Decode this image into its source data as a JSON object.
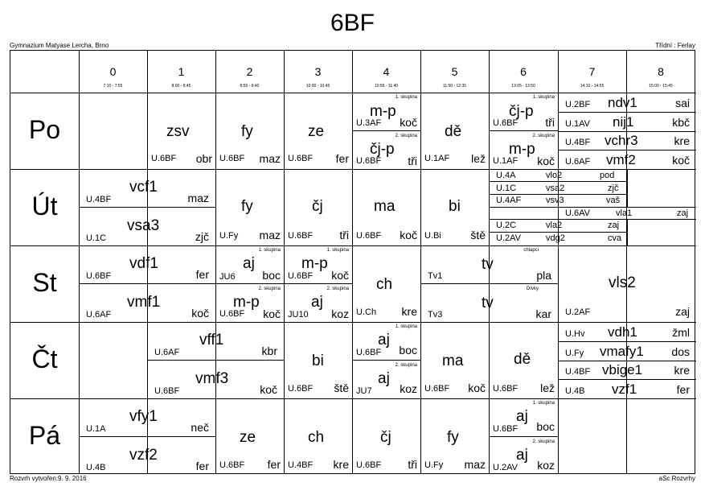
{
  "title": "6BF",
  "school": "Gymnazium Matyase Lercha, Brno",
  "teacher": "Třídní : Ferlay",
  "footer_left": "Rozvrh vytvořen:9. 9. 2016",
  "footer_right": "aSc Rozvrhy",
  "periods": [
    {
      "num": "0",
      "time": "7:10 - 7:55"
    },
    {
      "num": "1",
      "time": "8:00 - 8:45"
    },
    {
      "num": "2",
      "time": "8:55 - 9:40"
    },
    {
      "num": "3",
      "time": "10:00 - 10:45"
    },
    {
      "num": "4",
      "time": "10:55 - 11:40"
    },
    {
      "num": "5",
      "time": "11:50 - 12:35"
    },
    {
      "num": "6",
      "time": "13:05 - 13:50"
    },
    {
      "num": "7",
      "time": "14:10 - 14:55"
    },
    {
      "num": "8",
      "time": "15:00 - 15:45"
    }
  ],
  "days": [
    "Po",
    "Út",
    "St",
    "Čt",
    "Pá"
  ],
  "po": {
    "p1": {
      "subject": "zsv",
      "room": "U.6BF",
      "teacher": "obr"
    },
    "p2": {
      "subject": "fy",
      "room": "U.6BF",
      "teacher": "maz"
    },
    "p3": {
      "subject": "ze",
      "room": "U.6BF",
      "teacher": "fer"
    },
    "p4a": {
      "group": "1. skupina",
      "subject": "m-p",
      "room": "U.3AF",
      "teacher": "koč"
    },
    "p4b": {
      "group": "2. skupina",
      "subject": "čj-p",
      "room": "U.6BF",
      "teacher": "tři"
    },
    "p5": {
      "subject": "dě",
      "room": "U.1AF",
      "teacher": "lež"
    },
    "p6a": {
      "group": "1. skupina",
      "subject": "čj-p",
      "room": "U.6BF",
      "teacher": "tři"
    },
    "p6b": {
      "group": "2. skupina",
      "subject": "m-p",
      "room": "U.1AF",
      "teacher": "koč"
    },
    "p7": [
      {
        "room": "U.2BF",
        "subject": "ndv1",
        "teacher": "sai"
      },
      {
        "room": "U.1AV",
        "subject": "nij1",
        "teacher": "kbč"
      },
      {
        "room": "U.4BF",
        "subject": "vchr3",
        "teacher": "kre"
      },
      {
        "room": "U.6AF",
        "subject": "vmf2",
        "teacher": "koč"
      }
    ]
  },
  "ut": {
    "p01a": {
      "subject": "vcf1",
      "room": "U.4BF",
      "teacher": "maz"
    },
    "p01b": {
      "subject": "vsa3",
      "room": "U.1C",
      "teacher": "zjč"
    },
    "p2": {
      "subject": "fy",
      "room": "U.Fy",
      "teacher": "maz"
    },
    "p3": {
      "subject": "čj",
      "room": "U.6BF",
      "teacher": "tři"
    },
    "p4": {
      "subject": "ma",
      "room": "U.6BF",
      "teacher": "koč"
    },
    "p5": {
      "subject": "bi",
      "room": "U.Bi",
      "teacher": "ště"
    },
    "p67": [
      {
        "room": "U.4A",
        "subject": "vlo2",
        "teacher": "pod"
      },
      {
        "room": "U.1C",
        "subject": "vsa2",
        "teacher": "zjč"
      },
      {
        "room": "U.4AF",
        "subject": "vsv3",
        "teacher": "vaš"
      }
    ],
    "p78": {
      "room": "U.6AV",
      "subject": "vla1",
      "teacher": "zaj"
    },
    "p67b": [
      {
        "room": "U.2C",
        "subject": "vla2",
        "teacher": "zaj"
      },
      {
        "room": "U.2AV",
        "subject": "vdg2",
        "teacher": "cva"
      }
    ]
  },
  "st": {
    "p01a": {
      "subject": "vdf1",
      "room": "U.6BF",
      "teacher": "fer"
    },
    "p01b": {
      "subject": "vmf1",
      "room": "U.6AF",
      "teacher": "koč"
    },
    "p2a": {
      "group": "1. skupina",
      "subject": "aj",
      "room": "JU6",
      "teacher": "boc"
    },
    "p2b": {
      "group": "2. skupina",
      "subject": "m-p",
      "room": "U.6BF",
      "teacher": "koč"
    },
    "p3a": {
      "group": "1. skupina",
      "subject": "m-p",
      "room": "U.6BF",
      "teacher": "koč"
    },
    "p3b": {
      "group": "2. skupina",
      "subject": "aj",
      "room": "JU10",
      "teacher": "koz"
    },
    "p4": {
      "subject": "ch",
      "room": "U.Ch",
      "teacher": "kre"
    },
    "p56a": {
      "group": "chlapci",
      "subject": "tv",
      "room": "Tv1",
      "teacher": "pla"
    },
    "p56b": {
      "group": "Dívky",
      "subject": "tv",
      "room": "Tv3",
      "teacher": "kar"
    },
    "p78": {
      "subject": "vls2",
      "room": "U.2AF",
      "teacher": "zaj"
    }
  },
  "ct": {
    "p12a": {
      "subject": "vff1",
      "room": "U.6AF",
      "teacher": "kbr"
    },
    "p12b": {
      "subject": "vmf3",
      "room": "U.6BF",
      "teacher": "koč"
    },
    "p3": {
      "subject": "bi",
      "room": "U.6BF",
      "teacher": "ště"
    },
    "p4a": {
      "group": "1. skupina",
      "subject": "aj",
      "room": "U.6BF",
      "teacher": "boc"
    },
    "p4b": {
      "group": "2. skupina",
      "subject": "aj",
      "room": "JU7",
      "teacher": "koz"
    },
    "p5": {
      "subject": "ma",
      "room": "U.6BF",
      "teacher": "koč"
    },
    "p6": {
      "subject": "dě",
      "room": "U.6BF",
      "teacher": "lež"
    },
    "p78": [
      {
        "room": "U.Hv",
        "subject": "vdh1",
        "teacher": "žml"
      },
      {
        "room": "U.Fy",
        "subject": "vmafy1",
        "teacher": "dos"
      },
      {
        "room": "U.4BF",
        "subject": "vbige1",
        "teacher": "kre"
      },
      {
        "room": "U.4B",
        "subject": "vzf1",
        "teacher": "fer"
      }
    ]
  },
  "pa": {
    "p01a": {
      "subject": "vfy1",
      "room": "U.1A",
      "teacher": "neč"
    },
    "p01b": {
      "subject": "vzf2",
      "room": "U.4B",
      "teacher": "fer"
    },
    "p2": {
      "subject": "ze",
      "room": "U.6BF",
      "teacher": "fer"
    },
    "p3": {
      "subject": "ch",
      "room": "U.4BF",
      "teacher": "kre"
    },
    "p4": {
      "subject": "čj",
      "room": "U.6BF",
      "teacher": "tři"
    },
    "p5": {
      "subject": "fy",
      "room": "U.Fy",
      "teacher": "maz"
    },
    "p6a": {
      "group": "1. skupina",
      "subject": "aj",
      "room": "U.6BF",
      "teacher": "boc"
    },
    "p6b": {
      "group": "2. skupina",
      "subject": "aj",
      "room": "U.2AV",
      "teacher": "koz"
    }
  }
}
